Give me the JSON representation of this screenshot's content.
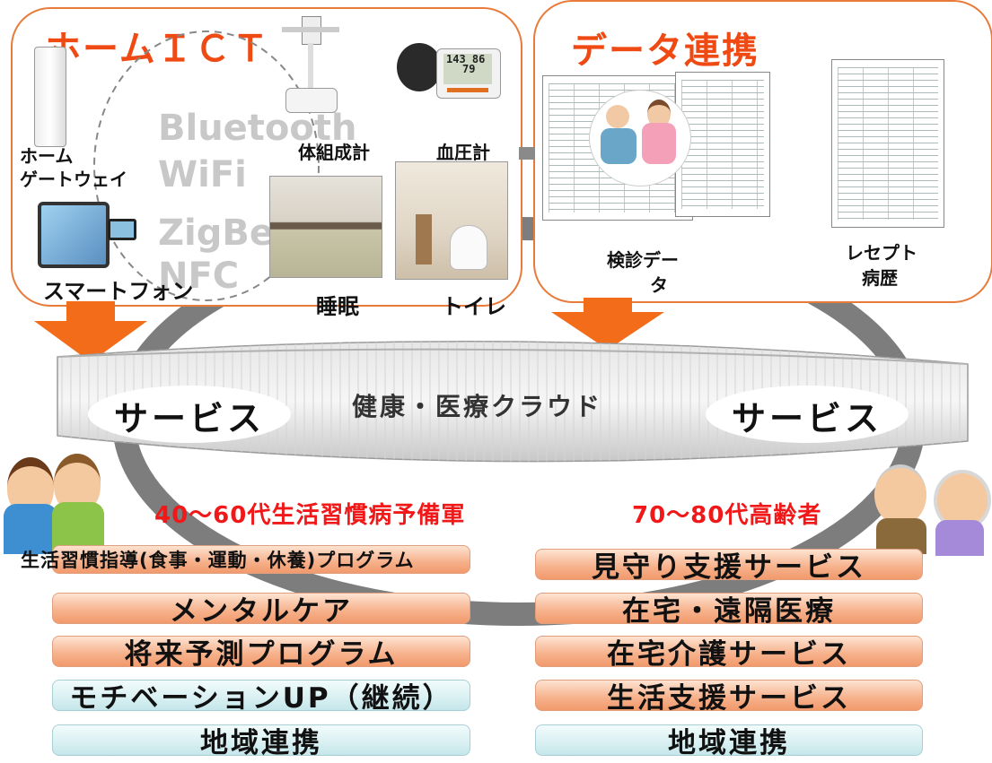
{
  "home_ict": {
    "title": "ホームＩＣＴ",
    "gateway_label_line1": "ホーム",
    "gateway_label_line2": "ゲートウェイ",
    "smartphone_label": "スマートフォン",
    "protocols": [
      "Bluetooth",
      "WiFi",
      "ZigBee",
      "NFC"
    ],
    "body_composition_label": "体組成計",
    "blood_pressure_label": "血圧計",
    "sleep_label": "睡眠",
    "toilet_label": "トイレ",
    "bp_reading_top": "143",
    "bp_reading_mid": "86",
    "bp_reading_bot": "79"
  },
  "data_link": {
    "title": "データ連携",
    "checkup_label_line1": "検診デー",
    "checkup_label_line2": "タ",
    "receipt_label_line1": "レセプト",
    "receipt_label_line2": "病歴"
  },
  "cloud": {
    "label": "健康・医療クラウド",
    "service_left": "サービス",
    "service_right": "サービス"
  },
  "left_group": {
    "age_label": "40～60代生活習慣病予備軍",
    "items": [
      "生活習慣指導(食事・運動・休養)プログラム",
      "メンタルケア",
      "将来予測プログラム",
      "モチベーションUP（継続）",
      "地域連携"
    ]
  },
  "right_group": {
    "age_label": "70～80代高齢者",
    "items": [
      "見守り支援サービス",
      "在宅・遠隔医療",
      "在宅介護サービス",
      "生活支援サービス",
      "地域連携"
    ]
  },
  "colors": {
    "accent_red": "#f04a14",
    "panel_border": "#e87a3a",
    "arrow_orange": "#f26c1a",
    "bar_orange": "#f6b08a",
    "bar_cyan": "#d8f0f2"
  }
}
